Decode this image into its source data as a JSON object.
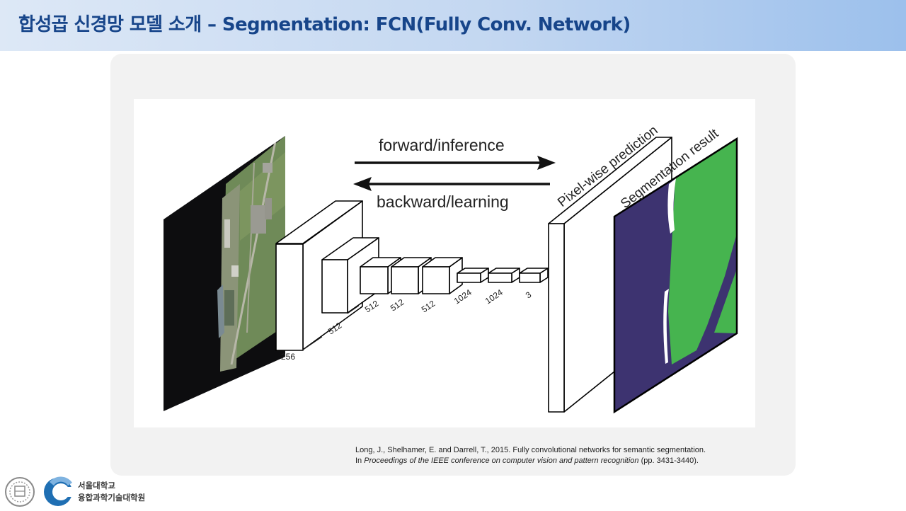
{
  "slide": {
    "title": "합성곱 신경망 모델 소개 – Segmentation: FCN(Fully Conv. Network)"
  },
  "diagram": {
    "forward_label": "forward/inference",
    "backward_label": "backward/learning",
    "prediction_label": "Pixel-wise prediction",
    "result_label": "Segmentation result",
    "layer_labels": [
      "256",
      "512",
      "512",
      "512",
      "512",
      "1024",
      "1024",
      "3"
    ],
    "colors": {
      "class_purple": "#3d3370",
      "class_green": "#46b44f",
      "class_white": "#ffffff",
      "water": "#0d0d0f",
      "land": "#6f8a58"
    }
  },
  "citation": {
    "line1": "Long, J., Shelhamer, E. and Darrell, T., 2015. Fully convolutional networks for semantic segmentation.",
    "line2_prefix": "In ",
    "line2_italic": "Proceedings of the IEEE conference on computer vision and pattern recognition",
    "line2_suffix": " (pp. 3431-3440)."
  },
  "footer": {
    "university": "서울대학교",
    "school": "융합과학기술대학원"
  }
}
